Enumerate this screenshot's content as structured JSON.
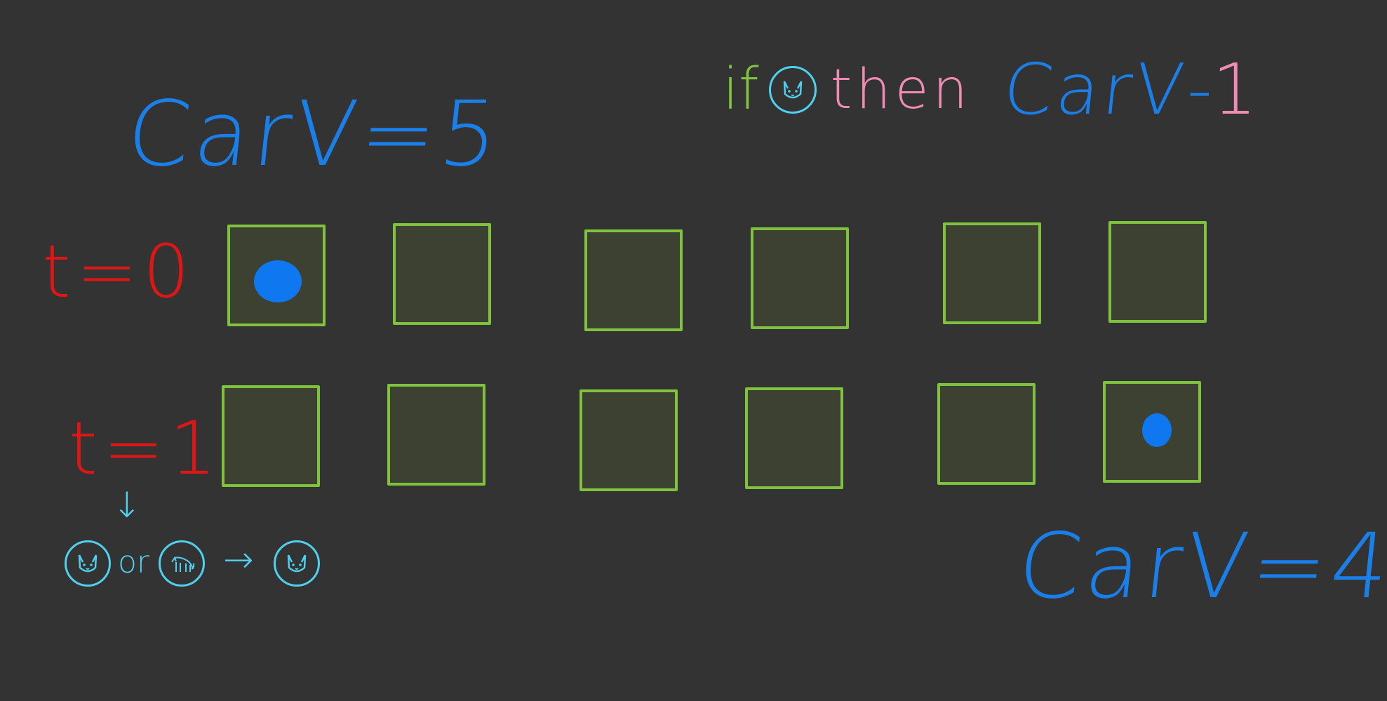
{
  "title_left": "CarV=5",
  "title_right": "CarV=4",
  "rule": {
    "if": "if",
    "condition_icon": "cat-face-icon",
    "then": "then",
    "carv": "CarV",
    "minus": "-",
    "one": "1"
  },
  "rows": [
    {
      "label": "t=0",
      "car_cell_index": 0
    },
    {
      "label": "t=1",
      "car_cell_index": 5
    }
  ],
  "cells_per_row": 6,
  "legend": {
    "arrow_down": "↓",
    "icon_a": "cat-face-icon",
    "or": "or",
    "icon_b": "cat-body-icon",
    "arrow_right": "→",
    "result_icon": "cat-face-icon"
  },
  "colors": {
    "background": "#333333",
    "car_value": "#1a7fe8",
    "time_label": "#e01515",
    "rule_if": "#7ec23e",
    "rule_then": "#f08cb4",
    "legend": "#4fd0ee",
    "cell_border": "#7ec23e",
    "car": "#0f78f0"
  }
}
